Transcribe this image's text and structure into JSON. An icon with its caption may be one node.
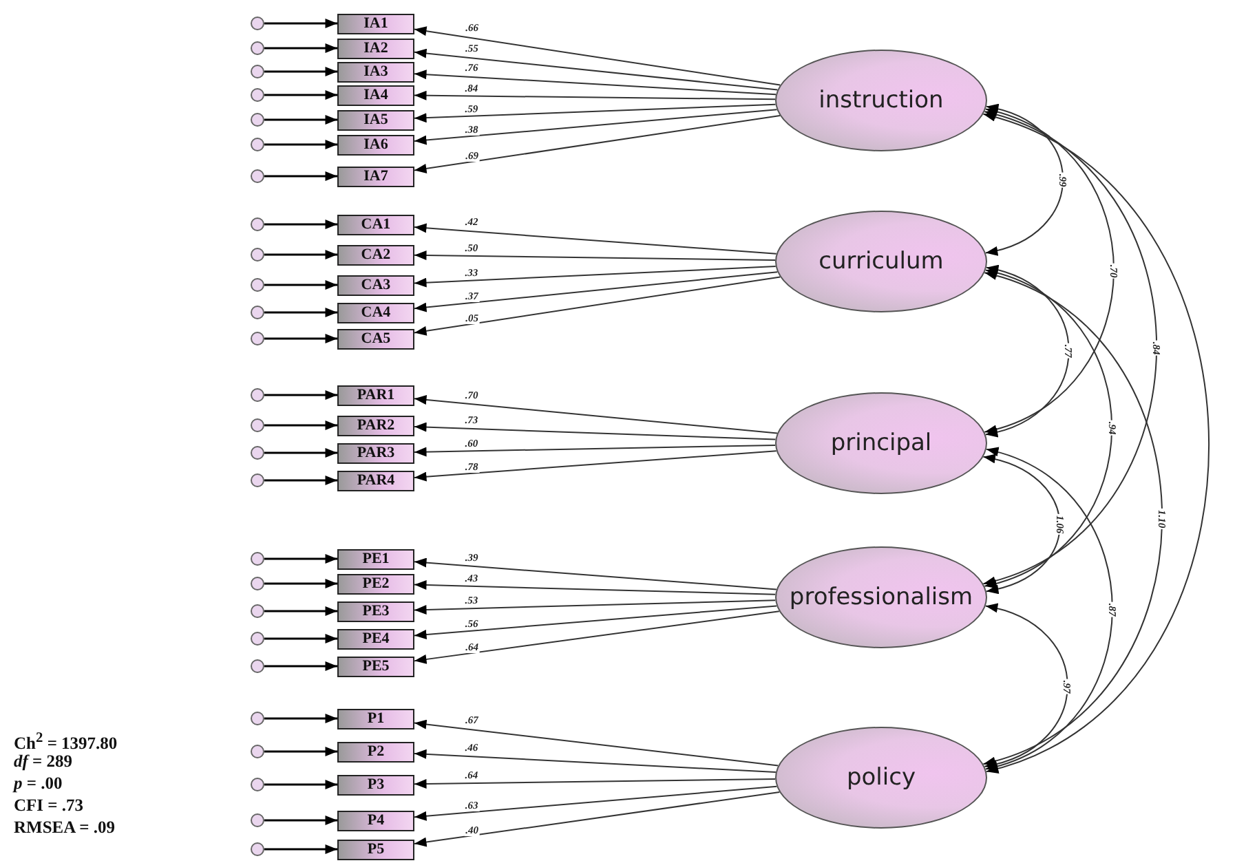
{
  "diagram": {
    "nodes": [
      {
        "text": [],
        "shape": "circle"
      },
      {
        "text": [
          "IA1"
        ]
      },
      {
        "text": [],
        "shape": "circle"
      },
      {
        "text": [
          "IA2"
        ]
      },
      {
        "text": [],
        "shape": "circle"
      },
      {
        "text": [
          "IA3"
        ]
      },
      {
        "text": [],
        "shape": "circle"
      },
      {
        "text": [
          "IA4"
        ]
      },
      {
        "text": [],
        "shape": "circle"
      },
      {
        "text": [
          "IA5"
        ]
      },
      {
        "text": [],
        "shape": "circle"
      },
      {
        "text": [
          "IA6"
        ]
      },
      {
        "text": [],
        "shape": "circle"
      },
      {
        "text": [
          "IA7"
        ]
      },
      {
        "text": [],
        "shape": "circle"
      },
      {
        "text": [
          "CA1"
        ]
      },
      {
        "text": [],
        "shape": "circle"
      },
      {
        "text": [
          "CA2"
        ]
      },
      {
        "text": [],
        "shape": "circle"
      },
      {
        "text": [
          "CA3"
        ]
      },
      {
        "text": [],
        "shape": "circle"
      },
      {
        "text": [
          "CA4"
        ]
      },
      {
        "text": [],
        "shape": "circle"
      },
      {
        "text": [
          "CA5"
        ]
      },
      {
        "text": [],
        "shape": "circle"
      },
      {
        "text": [
          "PAR1"
        ]
      },
      {
        "text": [],
        "shape": "circle"
      },
      {
        "text": [
          "PAR2"
        ]
      },
      {
        "text": [],
        "shape": "circle"
      },
      {
        "text": [
          "PAR3"
        ]
      },
      {
        "text": [],
        "shape": "circle"
      },
      {
        "text": [
          "PAR4"
        ]
      },
      {
        "text": [],
        "shape": "circle"
      },
      {
        "text": [
          "PE1"
        ]
      },
      {
        "text": [],
        "shape": "circle"
      },
      {
        "text": [
          "PE2"
        ]
      },
      {
        "text": [],
        "shape": "circle"
      },
      {
        "text": [
          "PE3"
        ]
      },
      {
        "text": [],
        "shape": "circle"
      },
      {
        "text": [
          "PE4"
        ]
      },
      {
        "text": [],
        "shape": "circle"
      },
      {
        "text": [
          "PE5"
        ]
      },
      {
        "text": [],
        "shape": "circle"
      },
      {
        "text": [
          "P1"
        ]
      },
      {
        "text": [],
        "shape": "circle"
      },
      {
        "text": [
          "P2"
        ]
      },
      {
        "text": [],
        "shape": "circle"
      },
      {
        "text": [
          "P3"
        ]
      },
      {
        "text": [],
        "shape": "circle"
      },
      {
        "text": [
          "P4"
        ]
      },
      {
        "text": [],
        "shape": "circle"
      },
      {
        "text": [
          "P5"
        ]
      },
      {
        "text": [
          "instruction"
        ]
      },
      {
        "text": [
          "curriculum"
        ]
      },
      {
        "text": [
          "principal"
        ]
      },
      {
        "text": [
          "professionalism"
        ]
      },
      {
        "text": [
          "policy"
        ]
      }
    ],
    "edges": [
      {
        "from": 0,
        "to": 1,
        "arrow": "to"
      },
      {
        "from": 2,
        "to": 3,
        "arrow": "to"
      },
      {
        "from": 4,
        "to": 5,
        "arrow": "to"
      },
      {
        "from": 6,
        "to": 7,
        "arrow": "to"
      },
      {
        "from": 8,
        "to": 9,
        "arrow": "to"
      },
      {
        "from": 10,
        "to": 11,
        "arrow": "to"
      },
      {
        "from": 12,
        "to": 13,
        "arrow": "to"
      },
      {
        "from": 14,
        "to": 15,
        "arrow": "to"
      },
      {
        "from": 16,
        "to": 17,
        "arrow": "to"
      },
      {
        "from": 18,
        "to": 19,
        "arrow": "to"
      },
      {
        "from": 20,
        "to": 21,
        "arrow": "to"
      },
      {
        "from": 22,
        "to": 23,
        "arrow": "to"
      },
      {
        "from": 24,
        "to": 25,
        "arrow": "to"
      },
      {
        "from": 26,
        "to": 27,
        "arrow": "to"
      },
      {
        "from": 28,
        "to": 29,
        "arrow": "to"
      },
      {
        "from": 30,
        "to": 31,
        "arrow": "to"
      },
      {
        "from": 32,
        "to": 33,
        "arrow": "to"
      },
      {
        "from": 34,
        "to": 35,
        "arrow": "to"
      },
      {
        "from": 36,
        "to": 37,
        "arrow": "to"
      },
      {
        "from": 38,
        "to": 39,
        "arrow": "to"
      },
      {
        "from": 40,
        "to": 41,
        "arrow": "to"
      },
      {
        "from": 42,
        "to": 43,
        "arrow": "to"
      },
      {
        "from": 44,
        "to": 45,
        "arrow": "to"
      },
      {
        "from": 46,
        "to": 47,
        "arrow": "to"
      },
      {
        "from": 48,
        "to": 49,
        "arrow": "to"
      },
      {
        "from": 50,
        "to": 51,
        "arrow": "to"
      },
      {
        "from": 52,
        "to": 1,
        "arrow": "to",
        "label": ".66"
      },
      {
        "from": 52,
        "to": 3,
        "arrow": "to",
        "label": ".55"
      },
      {
        "from": 52,
        "to": 5,
        "arrow": "to",
        "label": ".76"
      },
      {
        "from": 52,
        "to": 7,
        "arrow": "to",
        "label": ".84"
      },
      {
        "from": 52,
        "to": 9,
        "arrow": "to",
        "label": ".59"
      },
      {
        "from": 52,
        "to": 11,
        "arrow": "to",
        "label": ".38"
      },
      {
        "from": 52,
        "to": 13,
        "arrow": "to",
        "label": ".69"
      },
      {
        "from": 53,
        "to": 15,
        "arrow": "to",
        "label": ".42"
      },
      {
        "from": 53,
        "to": 17,
        "arrow": "to",
        "label": ".50"
      },
      {
        "from": 53,
        "to": 19,
        "arrow": "to",
        "label": ".33"
      },
      {
        "from": 53,
        "to": 21,
        "arrow": "to",
        "label": ".37"
      },
      {
        "from": 53,
        "to": 23,
        "arrow": "to",
        "label": ".05"
      },
      {
        "from": 54,
        "to": 25,
        "arrow": "to",
        "label": ".70"
      },
      {
        "from": 54,
        "to": 27,
        "arrow": "to",
        "label": ".73"
      },
      {
        "from": 54,
        "to": 29,
        "arrow": "to",
        "label": ".60"
      },
      {
        "from": 54,
        "to": 31,
        "arrow": "to",
        "label": ".78"
      },
      {
        "from": 55,
        "to": 33,
        "arrow": "to",
        "label": ".39"
      },
      {
        "from": 55,
        "to": 35,
        "arrow": "to",
        "label": ".43"
      },
      {
        "from": 55,
        "to": 37,
        "arrow": "to",
        "label": ".53"
      },
      {
        "from": 55,
        "to": 39,
        "arrow": "to",
        "label": ".56"
      },
      {
        "from": 55,
        "to": 41,
        "arrow": "to",
        "label": ".64"
      },
      {
        "from": 56,
        "to": 43,
        "arrow": "to",
        "label": ".67"
      },
      {
        "from": 56,
        "to": 45,
        "arrow": "to",
        "label": ".46"
      },
      {
        "from": 56,
        "to": 47,
        "arrow": "to",
        "label": ".64"
      },
      {
        "from": 56,
        "to": 49,
        "arrow": "to",
        "label": ".63"
      },
      {
        "from": 56,
        "to": 51,
        "arrow": "to",
        "label": ".40"
      },
      {
        "from": 52,
        "to": 53,
        "arrow": "both",
        "label": ".99"
      },
      {
        "from": 52,
        "to": 54,
        "arrow": "both",
        "label": ".70"
      },
      {
        "from": 52,
        "to": 55,
        "arrow": "both",
        "label": ".84"
      },
      {
        "from": 52,
        "to": 56,
        "arrow": "both"
      },
      {
        "from": 53,
        "to": 54,
        "arrow": "both",
        "label": ".77"
      },
      {
        "from": 53,
        "to": 55,
        "arrow": "both",
        "label": ".94"
      },
      {
        "from": 53,
        "to": 56,
        "arrow": "both",
        "label": "1.10"
      },
      {
        "from": 54,
        "to": 55,
        "arrow": "both",
        "label": "1.06"
      },
      {
        "from": 54,
        "to": 56,
        "arrow": "both",
        "label": ".87"
      },
      {
        "from": 55,
        "to": 56,
        "arrow": "both",
        "label": ".97"
      }
    ],
    "labels": [
      "Ch$^{2}$ = 1397.80",
      "*df* = 289",
      "*p* = .00",
      "CFI = .73",
      "RMSEA = .09"
    ]
  }
}
